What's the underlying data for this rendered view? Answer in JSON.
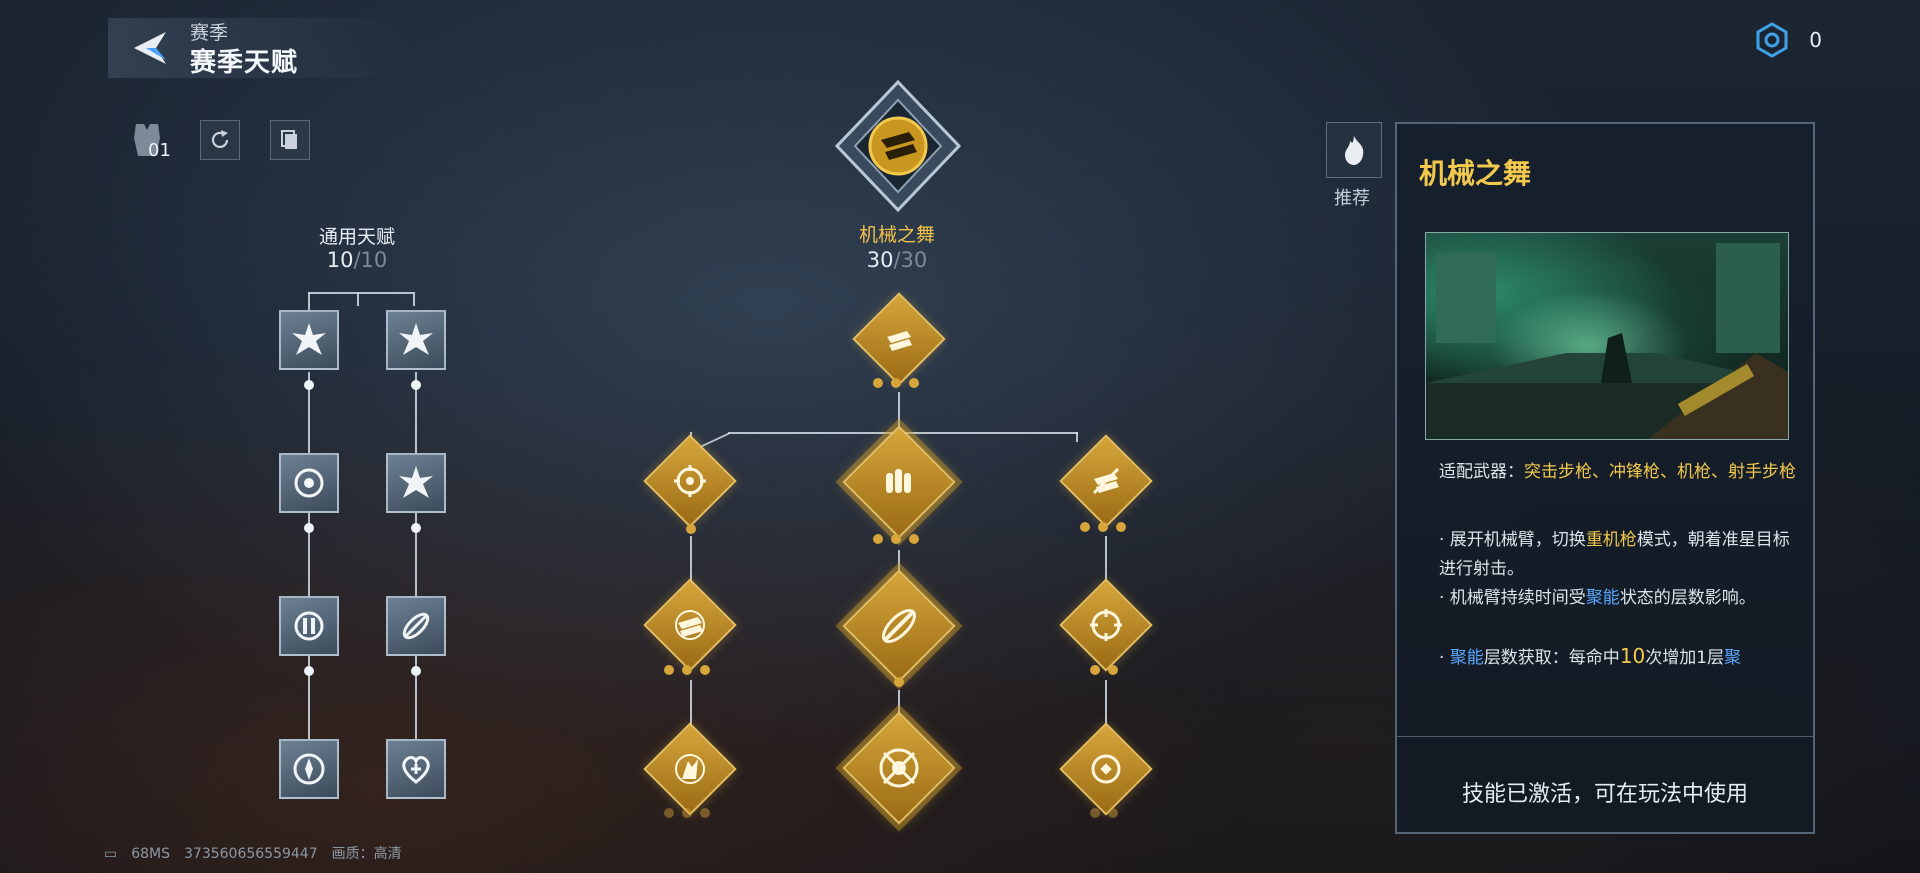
{
  "header": {
    "subtitle": "赛季",
    "title": "赛季天赋"
  },
  "currency": {
    "icon": "hex-core-icon",
    "value": "0"
  },
  "toolbar": {
    "preset_label": "01"
  },
  "general_column": {
    "title": "通用天赋",
    "count_current": "10",
    "count_max": "/10"
  },
  "tree_column": {
    "title": "机械之舞",
    "count_current": "30",
    "count_max": "/30"
  },
  "recommend": {
    "label": "推荐",
    "icon": "flame-icon"
  },
  "panel": {
    "title": "机械之舞",
    "weapons_prefix": "适配武器：",
    "weapons": "突击步枪、冲锋枪、机枪、射手步枪",
    "desc1_a": "· 展开机械臂，切换",
    "desc1_hl": "重机枪",
    "desc1_b": "模式，朝着准星目标进行射击。",
    "desc2_a": "· 机械臂持续时间受",
    "desc2_hl": "聚能",
    "desc2_b": "状态的层数影响。",
    "desc3_a": "· ",
    "desc3_hl1": "聚能",
    "desc3_b": "层数获取：每命中",
    "desc3_num": "10",
    "desc3_c": "次增加1层",
    "desc3_hl2": "聚",
    "status": "技能已激活，可在玩法中使用"
  },
  "footer": {
    "latency": "68MS",
    "uid": "373560656559447",
    "quality": "画质：高清"
  },
  "colors": {
    "gold": "#f2c94c",
    "blue_highlight": "#5aa8ff",
    "node_gold": "#d6a63b"
  }
}
